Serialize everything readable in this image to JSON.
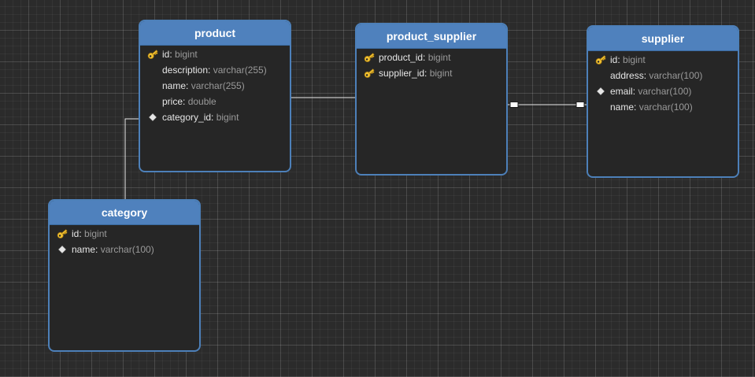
{
  "diagram": {
    "entities": [
      {
        "id": "product",
        "title": "product",
        "fields": [
          {
            "name": "id",
            "type": "bigint",
            "icon": "key-icon"
          },
          {
            "name": "description",
            "type": "varchar(255)",
            "icon": ""
          },
          {
            "name": "name",
            "type": "varchar(255)",
            "icon": ""
          },
          {
            "name": "price",
            "type": "double",
            "icon": ""
          },
          {
            "name": "category_id",
            "type": "bigint",
            "icon": "diamond-icon"
          }
        ]
      },
      {
        "id": "product_supplier",
        "title": "product_supplier",
        "fields": [
          {
            "name": "product_id",
            "type": "bigint",
            "icon": "key-icon"
          },
          {
            "name": "supplier_id",
            "type": "bigint",
            "icon": "key-icon"
          }
        ]
      },
      {
        "id": "supplier",
        "title": "supplier",
        "fields": [
          {
            "name": "id",
            "type": "bigint",
            "icon": "key-icon"
          },
          {
            "name": "address",
            "type": "varchar(100)",
            "icon": ""
          },
          {
            "name": "email",
            "type": "varchar(100)",
            "icon": "diamond-icon"
          },
          {
            "name": "name",
            "type": "varchar(100)",
            "icon": ""
          }
        ]
      },
      {
        "id": "category",
        "title": "category",
        "fields": [
          {
            "name": "id",
            "type": "bigint",
            "icon": "key-icon"
          },
          {
            "name": "name",
            "type": "varchar(100)",
            "icon": "diamond-icon"
          }
        ]
      }
    ],
    "relationships": [
      {
        "from": "category",
        "to": "product"
      },
      {
        "from": "product",
        "to": "product_supplier"
      },
      {
        "from": "product_supplier",
        "to": "supplier"
      }
    ]
  },
  "colors": {
    "canvas_background": "#2b2b2b",
    "entity_header": "#4f81bd",
    "entity_border": "#4d80b9",
    "entity_body": "#262626",
    "field_name_text": "#e6e6e6",
    "field_type_text": "#9a9a9a",
    "connector_line": "#e8e8e8",
    "key_icon": "#f3c332"
  }
}
